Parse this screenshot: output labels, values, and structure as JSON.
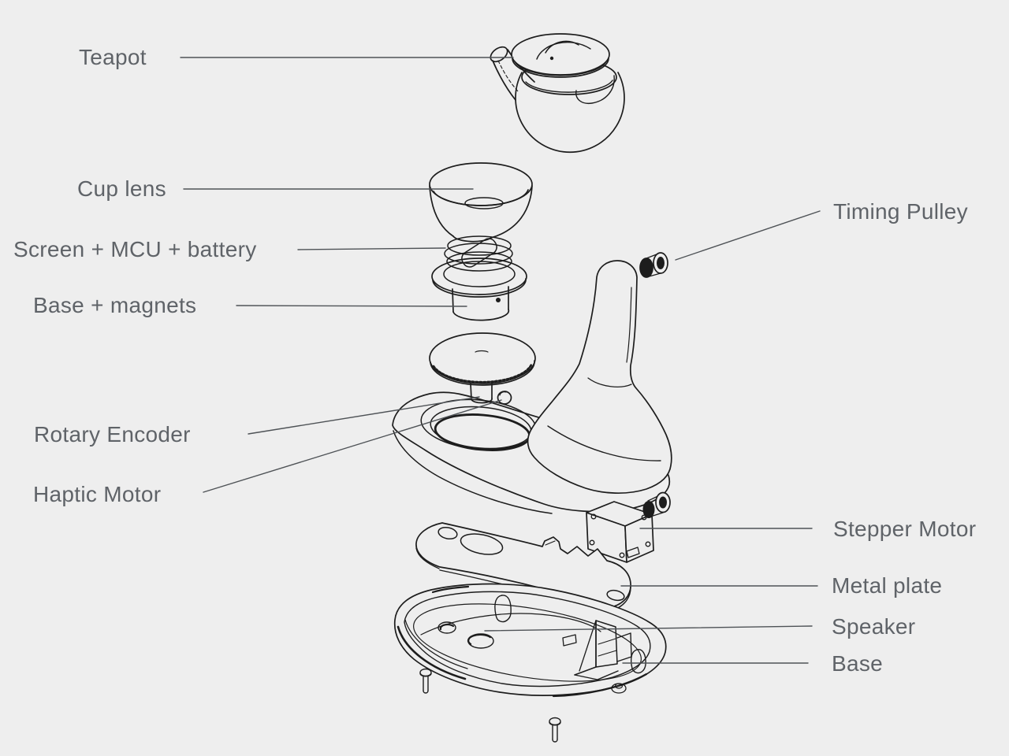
{
  "canvas": {
    "background": "#eeeeee"
  },
  "colors": {
    "artwork_line": "#1d1d1d",
    "leader_line": "#4e5256",
    "label_text": "#5f6368"
  },
  "diagram": {
    "type": "exploded-view",
    "labels": [
      {
        "id": "teapot",
        "text": "Teapot",
        "side": "left"
      },
      {
        "id": "cup-lens",
        "text": "Cup lens",
        "side": "left"
      },
      {
        "id": "screen-mcu-battery",
        "text": "Screen + MCU + battery",
        "side": "left"
      },
      {
        "id": "base-magnets",
        "text": "Base + magnets",
        "side": "left"
      },
      {
        "id": "timing-pulley",
        "text": "Timing Pulley",
        "side": "right"
      },
      {
        "id": "rotary-encoder",
        "text": "Rotary Encoder",
        "side": "left"
      },
      {
        "id": "haptic-motor",
        "text": "Haptic Motor",
        "side": "left"
      },
      {
        "id": "stepper-motor",
        "text": "Stepper Motor",
        "side": "right"
      },
      {
        "id": "metal-plate",
        "text": "Metal plate",
        "side": "right"
      },
      {
        "id": "speaker",
        "text": "Speaker",
        "side": "right"
      },
      {
        "id": "base",
        "text": "Base",
        "side": "right"
      }
    ]
  }
}
